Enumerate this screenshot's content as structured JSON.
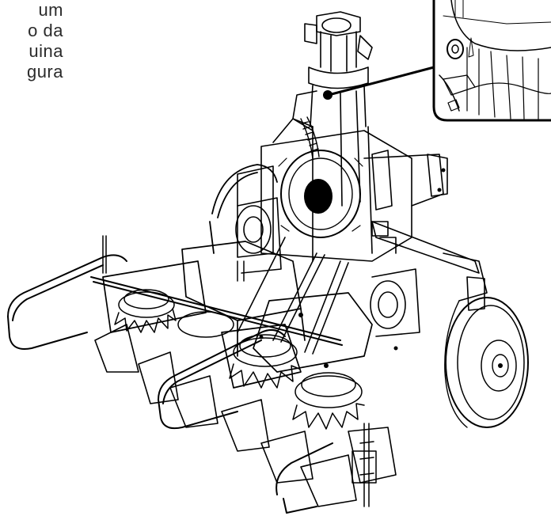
{
  "text_fragment": {
    "lines": [
      "um",
      "o da",
      "uina",
      "gura"
    ]
  }
}
